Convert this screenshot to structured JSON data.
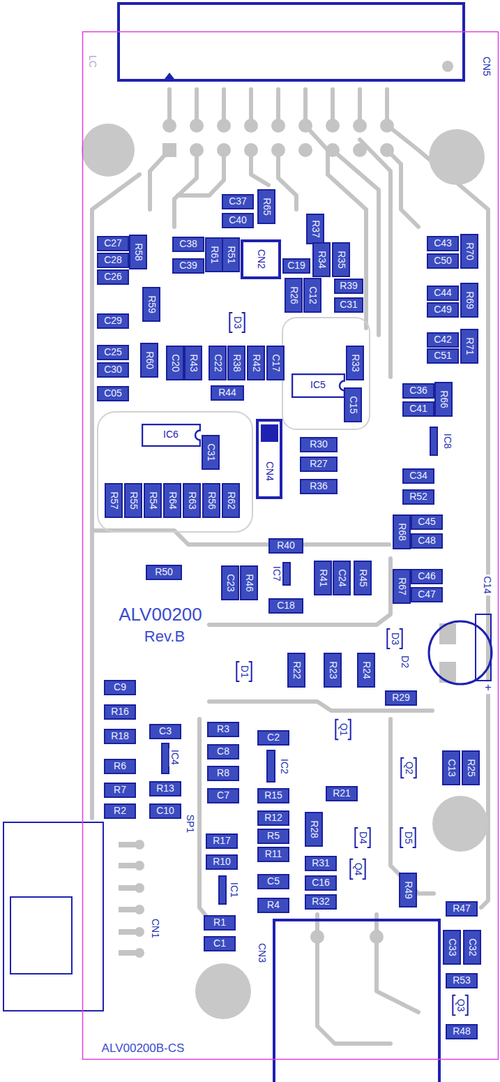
{
  "diagram": {
    "nodes": [
      {
        "text": [
          "C37"
        ]
      },
      {
        "text": [
          "R65"
        ]
      },
      {
        "text": [
          "C40"
        ]
      },
      {
        "text": [
          "R37"
        ]
      },
      {
        "text": [
          "C27"
        ]
      },
      {
        "text": [
          "C38"
        ]
      },
      {
        "text": [
          "C43"
        ]
      },
      {
        "text": [
          "R70"
        ]
      },
      {
        "text": [
          "R58"
        ]
      },
      {
        "text": [
          "R61"
        ]
      },
      {
        "text": [
          "R51"
        ]
      },
      {
        "text": [
          "CN2"
        ]
      },
      {
        "text": [
          "R34"
        ]
      },
      {
        "text": [
          "R35"
        ]
      },
      {
        "text": [
          "C28"
        ]
      },
      {
        "text": [
          "C50"
        ]
      },
      {
        "text": [
          "C39"
        ]
      },
      {
        "text": [
          "C19"
        ]
      },
      {
        "text": [
          "C26"
        ]
      },
      {
        "text": [
          "R39"
        ]
      },
      {
        "text": [
          "C44"
        ]
      },
      {
        "text": [
          "R26"
        ]
      },
      {
        "text": [
          "C12"
        ]
      },
      {
        "text": [
          "R59"
        ]
      },
      {
        "text": [
          "R69"
        ]
      },
      {
        "text": [
          "C31"
        ]
      },
      {
        "text": [
          "C49"
        ]
      },
      {
        "text": [
          "C29"
        ]
      },
      {
        "text": [
          "C42"
        ]
      },
      {
        "text": [
          "C25"
        ]
      },
      {
        "text": [
          "R60"
        ]
      },
      {
        "text": [
          "C20"
        ]
      },
      {
        "text": [
          "R43"
        ]
      },
      {
        "text": [
          "C22"
        ]
      },
      {
        "text": [
          "R38"
        ]
      },
      {
        "text": [
          "R42"
        ]
      },
      {
        "text": [
          "C17"
        ]
      },
      {
        "text": [
          "R33"
        ]
      },
      {
        "text": [
          "R71"
        ]
      },
      {
        "text": [
          "C51"
        ]
      },
      {
        "text": [
          "C30"
        ]
      },
      {
        "text": [
          "IC5"
        ]
      },
      {
        "text": [
          "C36"
        ]
      },
      {
        "text": [
          "R44"
        ]
      },
      {
        "text": [
          "C05"
        ]
      },
      {
        "text": [
          "R66"
        ]
      },
      {
        "text": [
          "C15"
        ]
      },
      {
        "text": [
          "C41"
        ]
      },
      {
        "text": [
          "IC6"
        ]
      },
      {
        "text": [
          "CN4"
        ]
      },
      {
        "text": [
          "C31"
        ]
      },
      {
        "text": [
          "R30"
        ]
      },
      {
        "text": [
          "R27"
        ]
      },
      {
        "text": [
          "C34"
        ]
      },
      {
        "text": [
          "R36"
        ]
      },
      {
        "text": [
          "R52"
        ]
      },
      {
        "text": [
          "R57"
        ]
      },
      {
        "text": [
          "R55"
        ]
      },
      {
        "text": [
          "R54"
        ]
      },
      {
        "text": [
          "R64"
        ]
      },
      {
        "text": [
          "R63"
        ]
      },
      {
        "text": [
          "R56"
        ]
      },
      {
        "text": [
          "R62"
        ]
      },
      {
        "text": [
          "C45"
        ]
      },
      {
        "text": [
          "R68"
        ]
      },
      {
        "text": [
          "C48"
        ]
      },
      {
        "text": [
          "R40"
        ]
      },
      {
        "text": [
          "R50"
        ]
      },
      {
        "text": [
          "C23"
        ]
      },
      {
        "text": [
          "R46"
        ]
      },
      {
        "text": [
          "R41"
        ]
      },
      {
        "text": [
          "C24"
        ]
      },
      {
        "text": [
          "R45"
        ]
      },
      {
        "text": [
          "C46"
        ]
      },
      {
        "text": [
          "R67"
        ]
      },
      {
        "text": [
          "C47"
        ]
      },
      {
        "text": [
          "C18"
        ]
      },
      {
        "text": [
          "R22"
        ]
      },
      {
        "text": [
          "R23"
        ]
      },
      {
        "text": [
          "R24"
        ]
      },
      {
        "text": [
          "C9"
        ]
      },
      {
        "text": [
          "R29"
        ]
      },
      {
        "text": [
          "R16"
        ]
      },
      {
        "text": [
          "R3"
        ]
      },
      {
        "text": [
          "C3"
        ]
      },
      {
        "text": [
          "R18"
        ]
      },
      {
        "text": [
          "C2"
        ]
      },
      {
        "text": [
          "C8"
        ]
      },
      {
        "text": [
          "R6"
        ]
      },
      {
        "text": [
          "C13"
        ]
      },
      {
        "text": [
          "R25"
        ]
      },
      {
        "text": [
          "R8"
        ]
      },
      {
        "text": [
          "R13"
        ]
      },
      {
        "text": [
          "R7"
        ]
      },
      {
        "text": [
          "R21"
        ]
      },
      {
        "text": [
          "C7"
        ]
      },
      {
        "text": [
          "R15"
        ]
      },
      {
        "text": [
          "R2"
        ]
      },
      {
        "text": [
          "C10"
        ]
      },
      {
        "text": [
          "R12"
        ]
      },
      {
        "text": [
          "R28"
        ]
      },
      {
        "text": [
          "R5"
        ]
      },
      {
        "text": [
          "R17"
        ]
      },
      {
        "text": [
          "R11"
        ]
      },
      {
        "text": [
          "R10"
        ]
      },
      {
        "text": [
          "R31"
        ]
      },
      {
        "text": [
          "C5"
        ]
      },
      {
        "text": [
          "C16"
        ]
      },
      {
        "text": [
          "R49"
        ]
      },
      {
        "text": [
          "R4"
        ]
      },
      {
        "text": [
          "R32"
        ]
      },
      {
        "text": [
          "R47"
        ]
      },
      {
        "text": [
          "R1"
        ]
      },
      {
        "text": [
          "C1"
        ]
      },
      {
        "text": [
          "C33"
        ]
      },
      {
        "text": [
          "C32"
        ]
      },
      {
        "text": [
          "R53"
        ]
      },
      {
        "text": [
          "R48"
        ]
      }
    ],
    "labels": [
      "LC",
      "CN5",
      "D3",
      "IC8",
      "IC7",
      "C14",
      "ALV00200",
      "Rev.B",
      "D3",
      "D2",
      "D1",
      "Q1",
      "+",
      "IC4",
      "IC2",
      "Q2",
      "SP1",
      "D4",
      "D5",
      "Q4",
      "IC1",
      "CN1",
      "CN3",
      "Q3",
      "ALV00200B-CS"
    ]
  }
}
